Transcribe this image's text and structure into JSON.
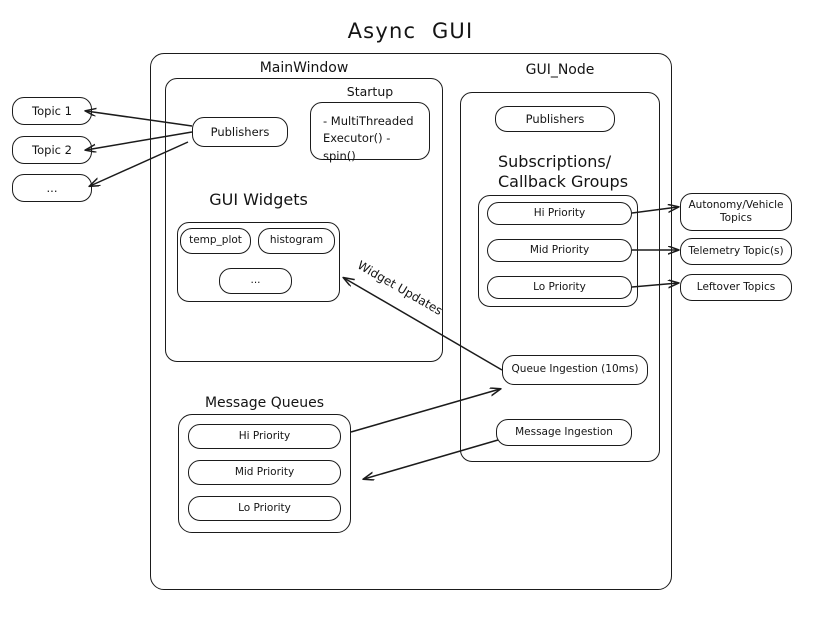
{
  "diagram": {
    "title": "Async  GUI",
    "type": "architecture-block-diagram"
  },
  "outer_container": {
    "name": "system-container"
  },
  "left_topics": [
    {
      "label": "Topic 1"
    },
    {
      "label": "Topic 2"
    },
    {
      "label": "..."
    }
  ],
  "main_window": {
    "title": "MainWindow",
    "publishers": {
      "label": "Publishers"
    },
    "startup": {
      "title": "Startup",
      "items": [
        "-  MultiThreaded",
        "   Executor()",
        "-  spin()"
      ],
      "text": "-  MultiThreaded\n   Executor()\n-  spin()"
    },
    "gui_widgets": {
      "title": "GUI Widgets",
      "widgets": [
        {
          "label": "temp_plot"
        },
        {
          "label": "histogram"
        },
        {
          "label": "..."
        }
      ]
    }
  },
  "gui_node": {
    "title": "GUI_Node",
    "publishers": {
      "label": "Publishers"
    },
    "subscriptions": {
      "title": "Subscriptions/\nCallback Groups",
      "groups": [
        {
          "label": "Hi Priority"
        },
        {
          "label": "Mid Priority"
        },
        {
          "label": "Lo Priority"
        }
      ]
    },
    "queue_ingestion": {
      "label": "Queue Ingestion (10ms)"
    },
    "message_ingestion": {
      "label": "Message Ingestion"
    }
  },
  "message_queues": {
    "title": "Message Queues",
    "queues": [
      {
        "label": "Hi Priority"
      },
      {
        "label": "Mid Priority"
      },
      {
        "label": "Lo Priority"
      }
    ]
  },
  "right_topics": [
    {
      "label": "Autonomy/Vehicle\nTopics"
    },
    {
      "label": "Telemetry Topic(s)"
    },
    {
      "label": "Leftover Topics"
    }
  ],
  "edge_labels": {
    "widget_updates": "Widget Updates"
  },
  "colors": {
    "stroke": "#1b1b1b",
    "text": "#141414",
    "background": "#ffffff"
  }
}
